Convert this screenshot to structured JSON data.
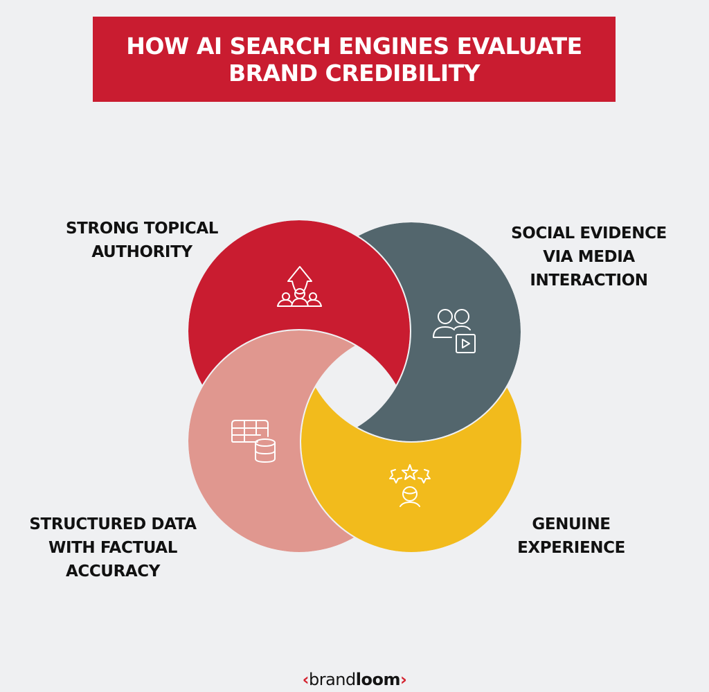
{
  "header": {
    "title_line1": "HOW AI SEARCH ENGINES EVALUATE",
    "title_line2": "BRAND CREDIBILITY",
    "background_color": "#c91c30"
  },
  "diagram": {
    "segments": [
      {
        "id": "topical-authority",
        "label_lines": [
          "STRONG TOPICAL",
          "AUTHORITY"
        ],
        "color": "#c91c30",
        "icon": "arrow-up-group-icon",
        "position": "top-left"
      },
      {
        "id": "social-evidence",
        "label_lines": [
          "SOCIAL EVIDENCE",
          "VIA MEDIA",
          "INTERACTION"
        ],
        "color": "#53666d",
        "icon": "users-video-icon",
        "position": "top-right"
      },
      {
        "id": "genuine-experience",
        "label_lines": [
          "GENUINE",
          "EXPERIENCE"
        ],
        "color": "#f2bb1c",
        "icon": "person-three-stars-icon",
        "position": "bottom-right"
      },
      {
        "id": "structured-data",
        "label_lines": [
          "STRUCTURED DATA",
          "WITH FACTUAL",
          "ACCURACY"
        ],
        "color": "#e0978f",
        "icon": "table-database-icon",
        "position": "bottom-left"
      }
    ]
  },
  "footer": {
    "logo_left_bracket": "‹",
    "logo_light": "brand",
    "logo_bold": "loom",
    "logo_right_bracket": "›",
    "bracket_color": "#d4222f"
  }
}
